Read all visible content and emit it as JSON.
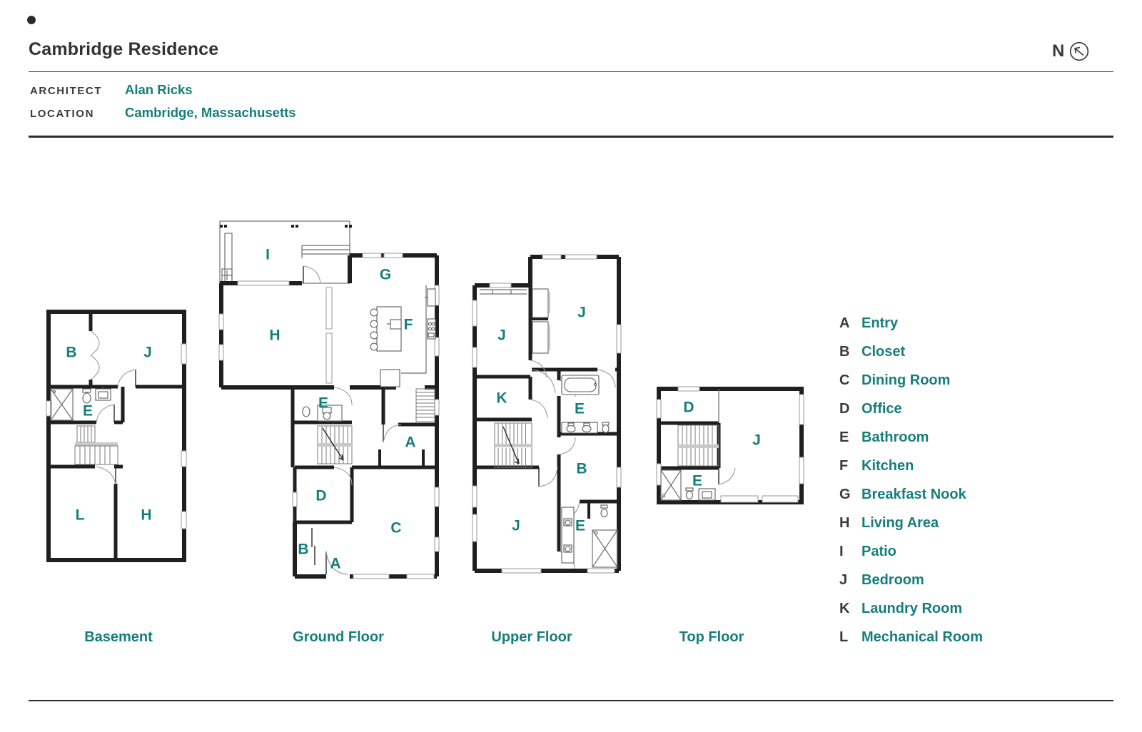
{
  "header": {
    "title": "Cambridge Residence",
    "architect_label": "ARCHITECT",
    "architect_value": "Alan Ricks",
    "location_label": "LOCATION",
    "location_value": "Cambridge, Massachusetts",
    "north_label": "N"
  },
  "colors": {
    "accent_teal": "#157E7B",
    "ink": "#3B3B3B",
    "wall": "#1F1F1F"
  },
  "legend": {
    "items": [
      {
        "letter": "A",
        "name": "Entry"
      },
      {
        "letter": "B",
        "name": "Closet"
      },
      {
        "letter": "C",
        "name": "Dining Room"
      },
      {
        "letter": "D",
        "name": "Office"
      },
      {
        "letter": "E",
        "name": "Bathroom"
      },
      {
        "letter": "F",
        "name": "Kitchen"
      },
      {
        "letter": "G",
        "name": "Breakfast Nook"
      },
      {
        "letter": "H",
        "name": "Living Area"
      },
      {
        "letter": "I",
        "name": "Patio"
      },
      {
        "letter": "J",
        "name": "Bedroom"
      },
      {
        "letter": "K",
        "name": "Laundry Room"
      },
      {
        "letter": "L",
        "name": "Mechanical Room"
      }
    ]
  },
  "floors": {
    "basement": {
      "caption": "Basement",
      "rooms": [
        "B",
        "J",
        "E",
        "L",
        "H"
      ]
    },
    "ground": {
      "caption": "Ground Floor",
      "rooms": [
        "I",
        "G",
        "F",
        "H",
        "E",
        "A",
        "D",
        "B",
        "A",
        "C"
      ]
    },
    "upper": {
      "caption": "Upper Floor",
      "rooms": [
        "J",
        "J",
        "K",
        "E",
        "B",
        "J",
        "E"
      ]
    },
    "top": {
      "caption": "Top Floor",
      "rooms": [
        "D",
        "J",
        "E"
      ]
    }
  }
}
